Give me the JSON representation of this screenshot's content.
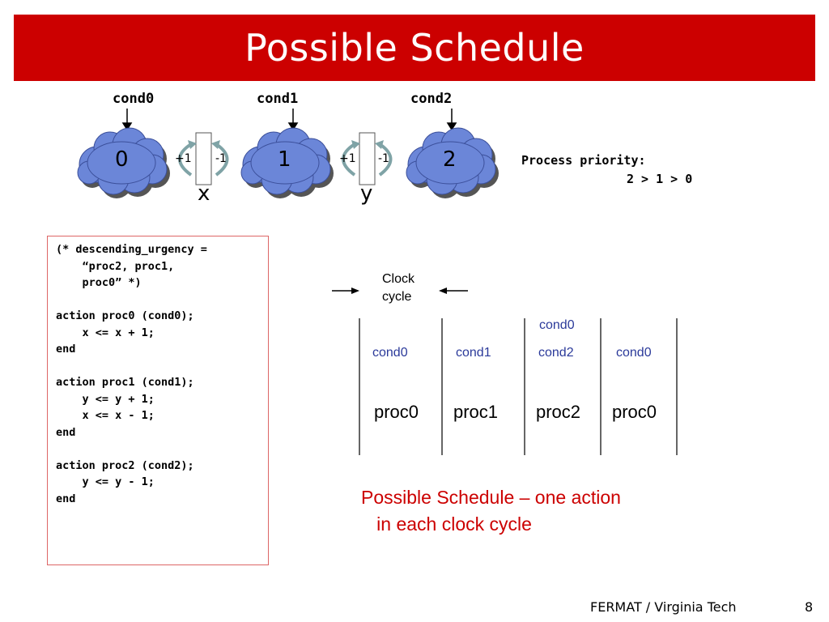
{
  "title": "Possible Schedule",
  "diagram": {
    "conds": [
      "cond0",
      "cond1",
      "cond2"
    ],
    "processes": [
      "0",
      "1",
      "2"
    ],
    "registers": [
      {
        "name": "x",
        "inc": "+1",
        "dec": "-1"
      },
      {
        "name": "y",
        "inc": "+1",
        "dec": "-1"
      }
    ],
    "priority_label": "Process priority:",
    "priority_order": "2 > 1 > 0"
  },
  "code": [
    "(* descending_urgency =",
    "    “proc2, proc1,",
    "    proc0” *)",
    "",
    "action proc0 (cond0);",
    "    x <= x + 1;",
    "end",
    "",
    "action proc1 (cond1);",
    "    y <= y + 1;",
    "    x <= x - 1;",
    "end",
    "",
    "action proc2 (cond2);",
    "    y <= y - 1;",
    "end"
  ],
  "schedule": {
    "clock_label_line1": "Clock",
    "clock_label_line2": "cycle",
    "extra_cond": "cond0",
    "columns": [
      {
        "cond": "cond0",
        "proc": "proc0"
      },
      {
        "cond": "cond1",
        "proc": "proc1"
      },
      {
        "cond": "cond2",
        "proc": "proc2"
      },
      {
        "cond": "cond0",
        "proc": "proc0"
      }
    ],
    "caption": "Possible Schedule – one action\n   in each clock cycle"
  },
  "footer": "FERMAT / Virginia Tech",
  "page_number": "8",
  "colors": {
    "title_bg": "#cc0000",
    "cloud": "#6b86d8",
    "cond_text": "#2b3a9a",
    "caption": "#cc0000"
  }
}
